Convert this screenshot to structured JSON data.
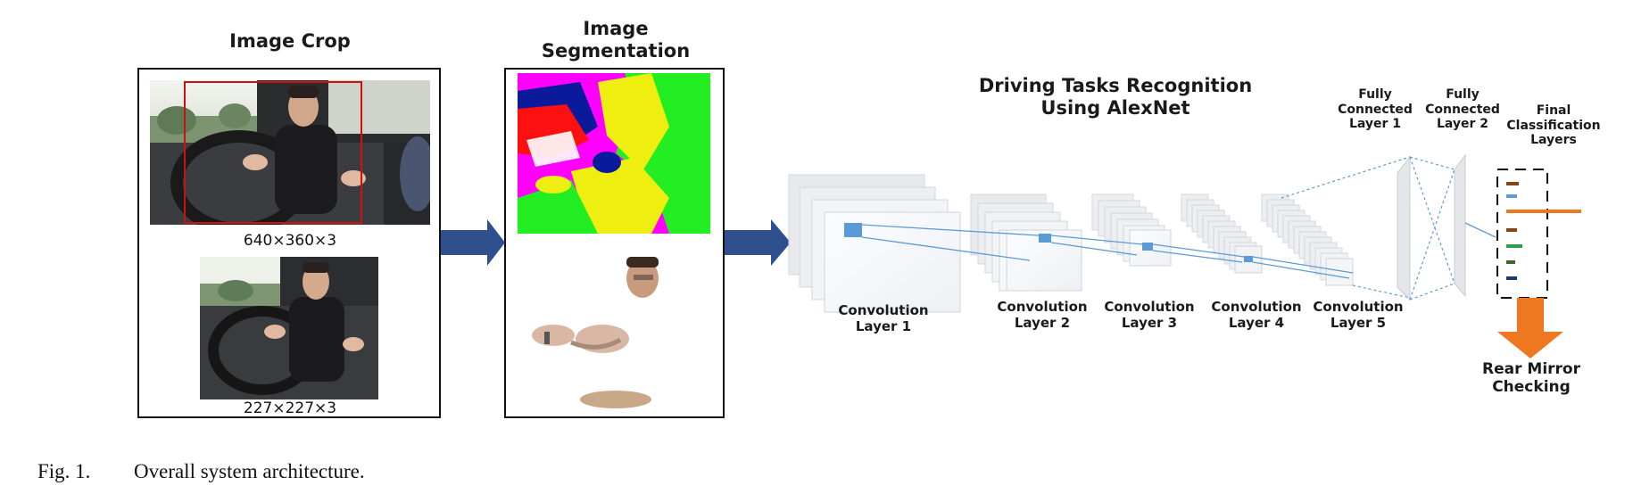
{
  "crop_panel": {
    "title": "Image Crop",
    "dim_large": "640×360×3",
    "dim_small": "227×227×3"
  },
  "segmentation_panel": {
    "title_line1": "Image",
    "title_line2": "Segmentation"
  },
  "network": {
    "title_line1": "Driving Tasks Recognition",
    "title_line2": "Using AlexNet",
    "conv_layers": [
      {
        "line1": "Convolution",
        "line2": "Layer 1"
      },
      {
        "line1": "Convolution",
        "line2": "Layer 2"
      },
      {
        "line1": "Convolution",
        "line2": "Layer 3"
      },
      {
        "line1": "Convolution",
        "line2": "Layer 4"
      },
      {
        "line1": "Convolution",
        "line2": "Layer 5"
      }
    ],
    "fc1": {
      "line1": "Fully",
      "line2": "Connected",
      "line3": "Layer 1"
    },
    "fc2": {
      "line1": "Fully",
      "line2": "Connected",
      "line3": "Layer 2"
    },
    "final": {
      "line1": "Final",
      "line2": "Classification",
      "line3": "Layers"
    },
    "output": {
      "line1": "Rear Mirror",
      "line2": "Checking"
    }
  },
  "colors": {
    "arrow_blue": "#2f4f8f",
    "output_orange": "#ee7722",
    "kernel_blue": "#5b9bd5",
    "crop_red": "#cc1111"
  },
  "caption": {
    "label": "Fig. 1.",
    "text": "Overall system architecture."
  }
}
